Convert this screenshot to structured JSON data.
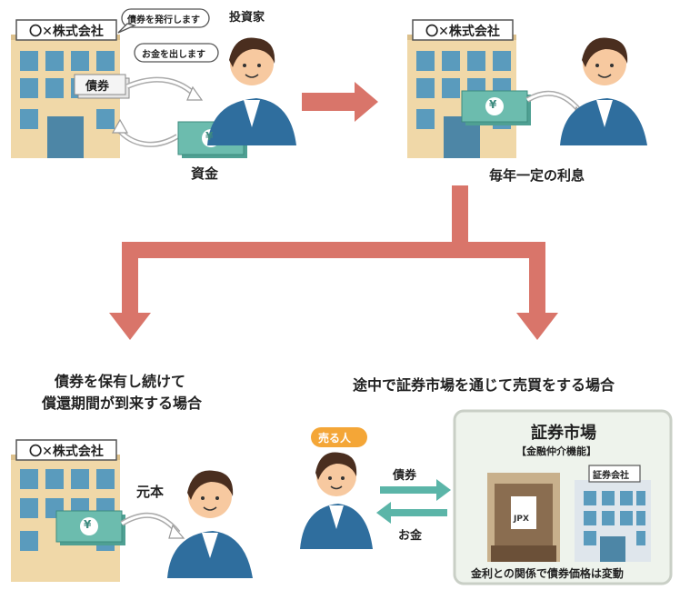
{
  "company_sign": "〇✕株式会社",
  "investor_label": "投資家",
  "bubble_issue": "債券を発行します",
  "bubble_pay": "お金を出します",
  "bond_label": "債券",
  "funds_label": "資金",
  "yen_symbol": "¥",
  "interest_label": "毎年一定の利息",
  "case_hold_line1": "債券を保有し続けて",
  "case_hold_line2": "償還期間が到来する場合",
  "case_sell": "途中で証券市場を通じて売買をする場合",
  "principal_label": "元本",
  "seller_badge": "売る人",
  "flow_bond": "債券",
  "flow_money": "お金",
  "market_title": "証券市場",
  "market_subtitle": "【金融仲介機能】",
  "exchange_sign": "JPX",
  "broker_sign": "証券会社",
  "market_note": "金利との関係で債券価格は変動",
  "colors": {
    "arrow": "#d9756a",
    "teal_arrow": "#5bb5a8",
    "building": "#f0d8a8",
    "window": "#5a9bbd",
    "suit": "#2f6e9e",
    "skin": "#f7c9a0",
    "hair": "#4a2e1f",
    "money": "#6cbcae",
    "badge": "#f4a637",
    "panel": "#eef3ec"
  }
}
